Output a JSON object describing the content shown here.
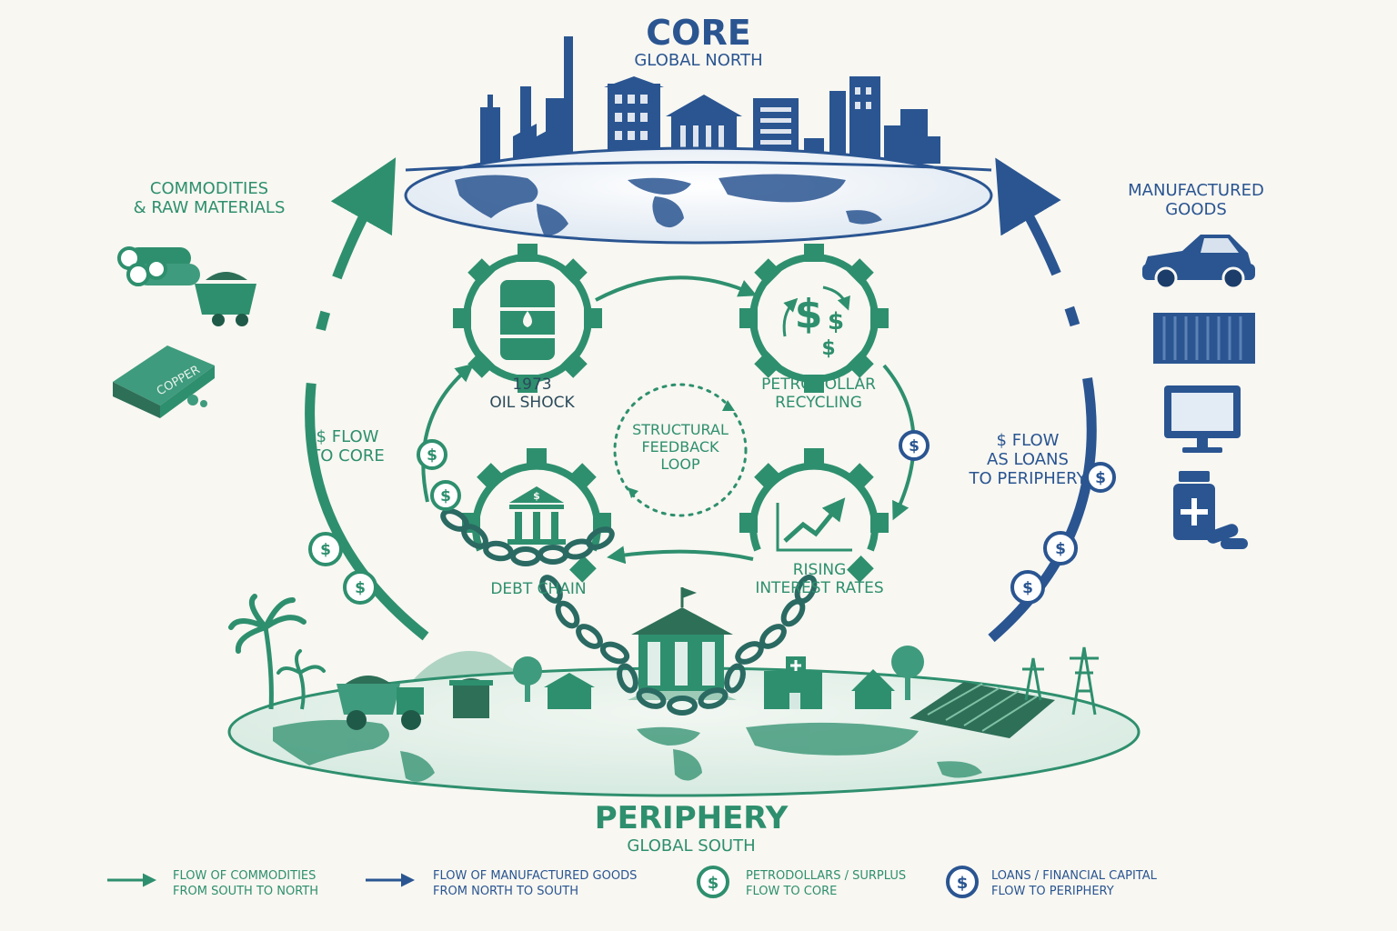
{
  "core": {
    "title": "CORE",
    "subtitle": "GLOBAL NORTH"
  },
  "periphery": {
    "title": "PERIPHERY",
    "subtitle": "GLOBAL SOUTH"
  },
  "left": {
    "commodities_label": "COMMODITIES\n& RAW MATERIALS",
    "flow_label": "$ FLOW\nTO CORE",
    "copper_label": "COPPER"
  },
  "right": {
    "goods_label": "MANUFACTURED\nGOODS",
    "flow_label": "$ FLOW\nAS LOANS\nTO PERIPHERY"
  },
  "cycle": {
    "oil_shock": "1973\nOIL SHOCK",
    "petrodollar": "PETRODOLLAR\nRECYCLING",
    "interest": "RISING\nINTEREST RATES",
    "debt": "DEBT CHAIN",
    "center": "STRUCTURAL\nFEEDBACK\nLOOP"
  },
  "legend": [
    {
      "text": "FLOW OF COMMODITIES\nFROM SOUTH TO NORTH",
      "icon": "green-arrow-icon"
    },
    {
      "text": "FLOW OF MANUFACTURED GOODS\nFROM NORTH TO SOUTH",
      "icon": "blue-arrow-icon"
    },
    {
      "text": "PETRODOLLARS / SURPLUS\nFLOW TO CORE",
      "icon": "green-dollar-coin-icon"
    },
    {
      "text": "LOANS / FINANCIAL CAPITAL\nFLOW TO PERIPHERY",
      "icon": "blue-dollar-coin-icon"
    }
  ],
  "colors": {
    "green": "#2e8f6e",
    "blue": "#2a5591",
    "background": "#f8f7f2"
  }
}
